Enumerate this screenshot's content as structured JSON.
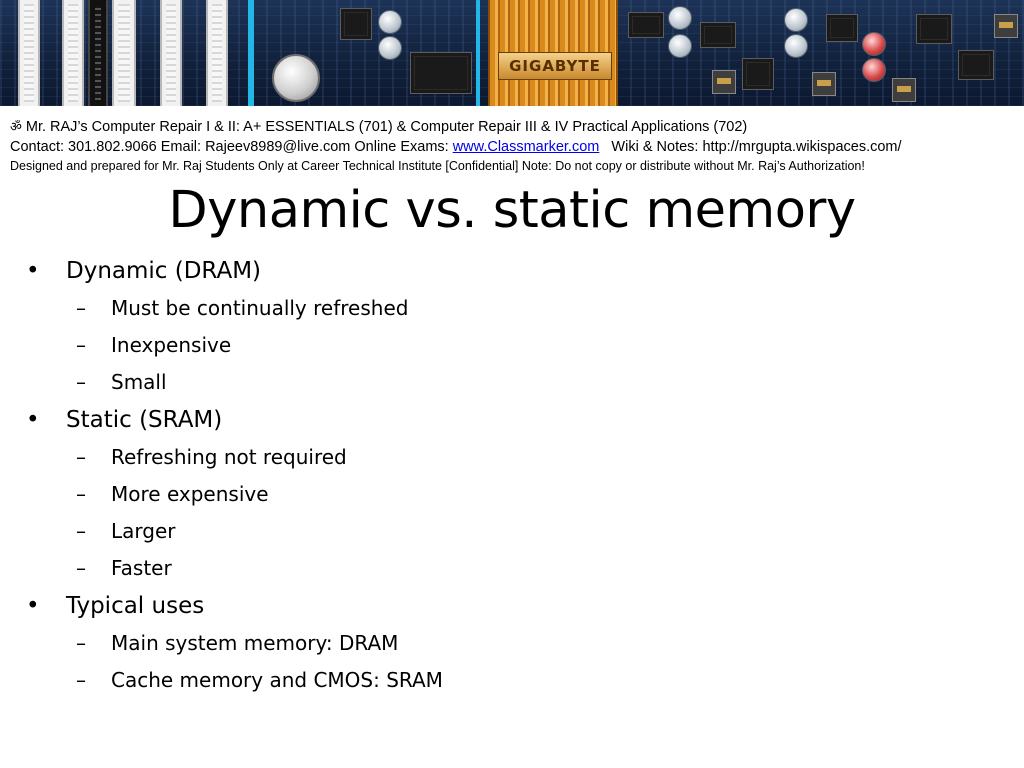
{
  "banner": {
    "brand": "GIGABYTE"
  },
  "header": {
    "line1": "Mr. RAJ’s Computer Repair I & II: A+ ESSENTIALS  (701) & Computer Repair III & IV Practical Applications (702)",
    "om_symbol": "ॐ",
    "line2_prefix": "Contact: 301.802.9066 Email: Rajeev8989@live.com Online Exams: ",
    "line2_link": "www.Classmarker.com",
    "line2_suffix": "   Wiki & Notes: http://mrgupta.wikispaces.com/",
    "line3": "Designed and prepared for Mr. Raj Students Only at Career Technical Institute [Confidential] Note: Do not copy or distribute without Mr. Raj’s Authorization!"
  },
  "slide": {
    "title": "Dynamic vs. static memory",
    "bullet_marker": "•",
    "dash_marker": "–",
    "sections": [
      {
        "label": "Dynamic (DRAM)",
        "items": [
          "Must be continually refreshed",
          "Inexpensive",
          "Small"
        ]
      },
      {
        "label": "Static (SRAM)",
        "items": [
          "Refreshing not required",
          "More expensive",
          "Larger",
          "Faster"
        ]
      },
      {
        "label": "Typical uses",
        "items": [
          "Main system memory: DRAM",
          "Cache memory and CMOS: SRAM"
        ]
      }
    ]
  }
}
